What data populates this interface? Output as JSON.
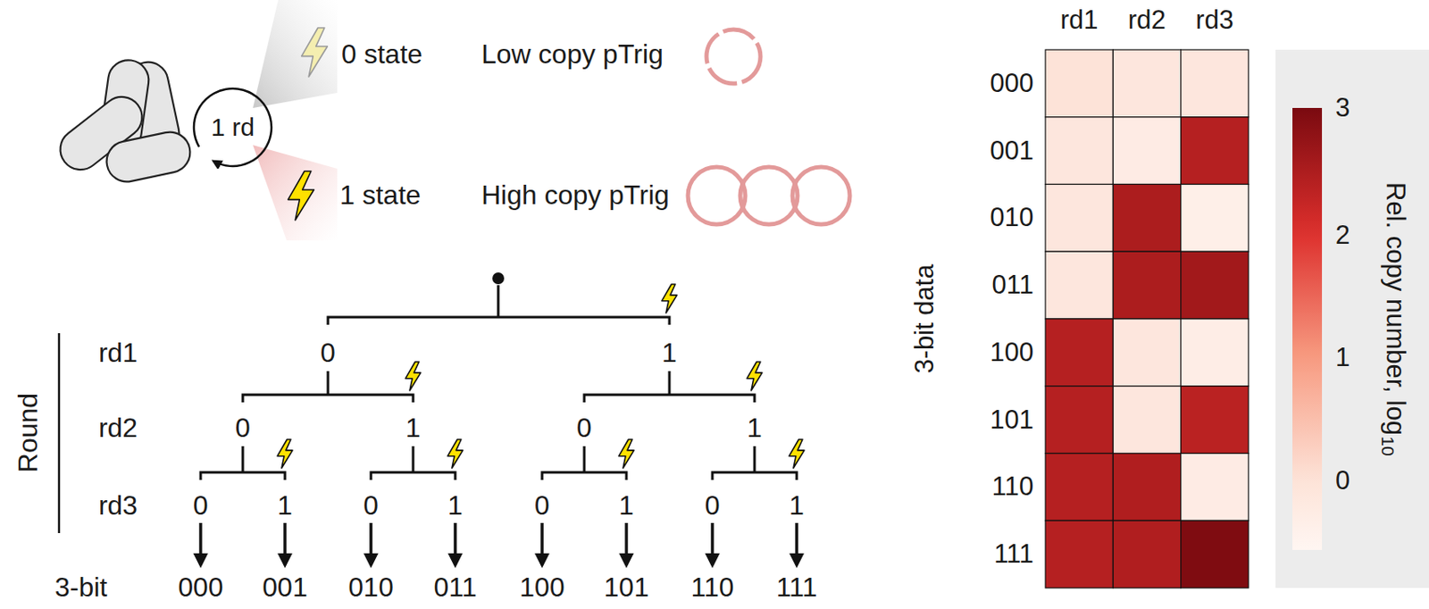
{
  "diagram": {
    "nodes": [
      {
        "text": [
          "1 rd"
        ]
      }
    ],
    "labels": [
      "0 state",
      "Low copy pTrig",
      "1 state",
      "High copy pTrig",
      "Round",
      "rd1",
      "rd2",
      "rd3",
      "0",
      "1",
      "0",
      "1",
      "0",
      "1",
      "0",
      "1",
      "0",
      "1",
      "0",
      "1",
      "0",
      "1",
      "000",
      "001",
      "010",
      "011",
      "100",
      "101",
      "110",
      "111",
      "3-bit",
      "rd1",
      "rd2",
      "rd3",
      "3-bit data",
      "000",
      "001",
      "010",
      "011",
      "100",
      "101",
      "110",
      "111",
      "3",
      "2",
      "1",
      "0",
      "Rel. copy number, log",
      "10"
    ]
  }
}
